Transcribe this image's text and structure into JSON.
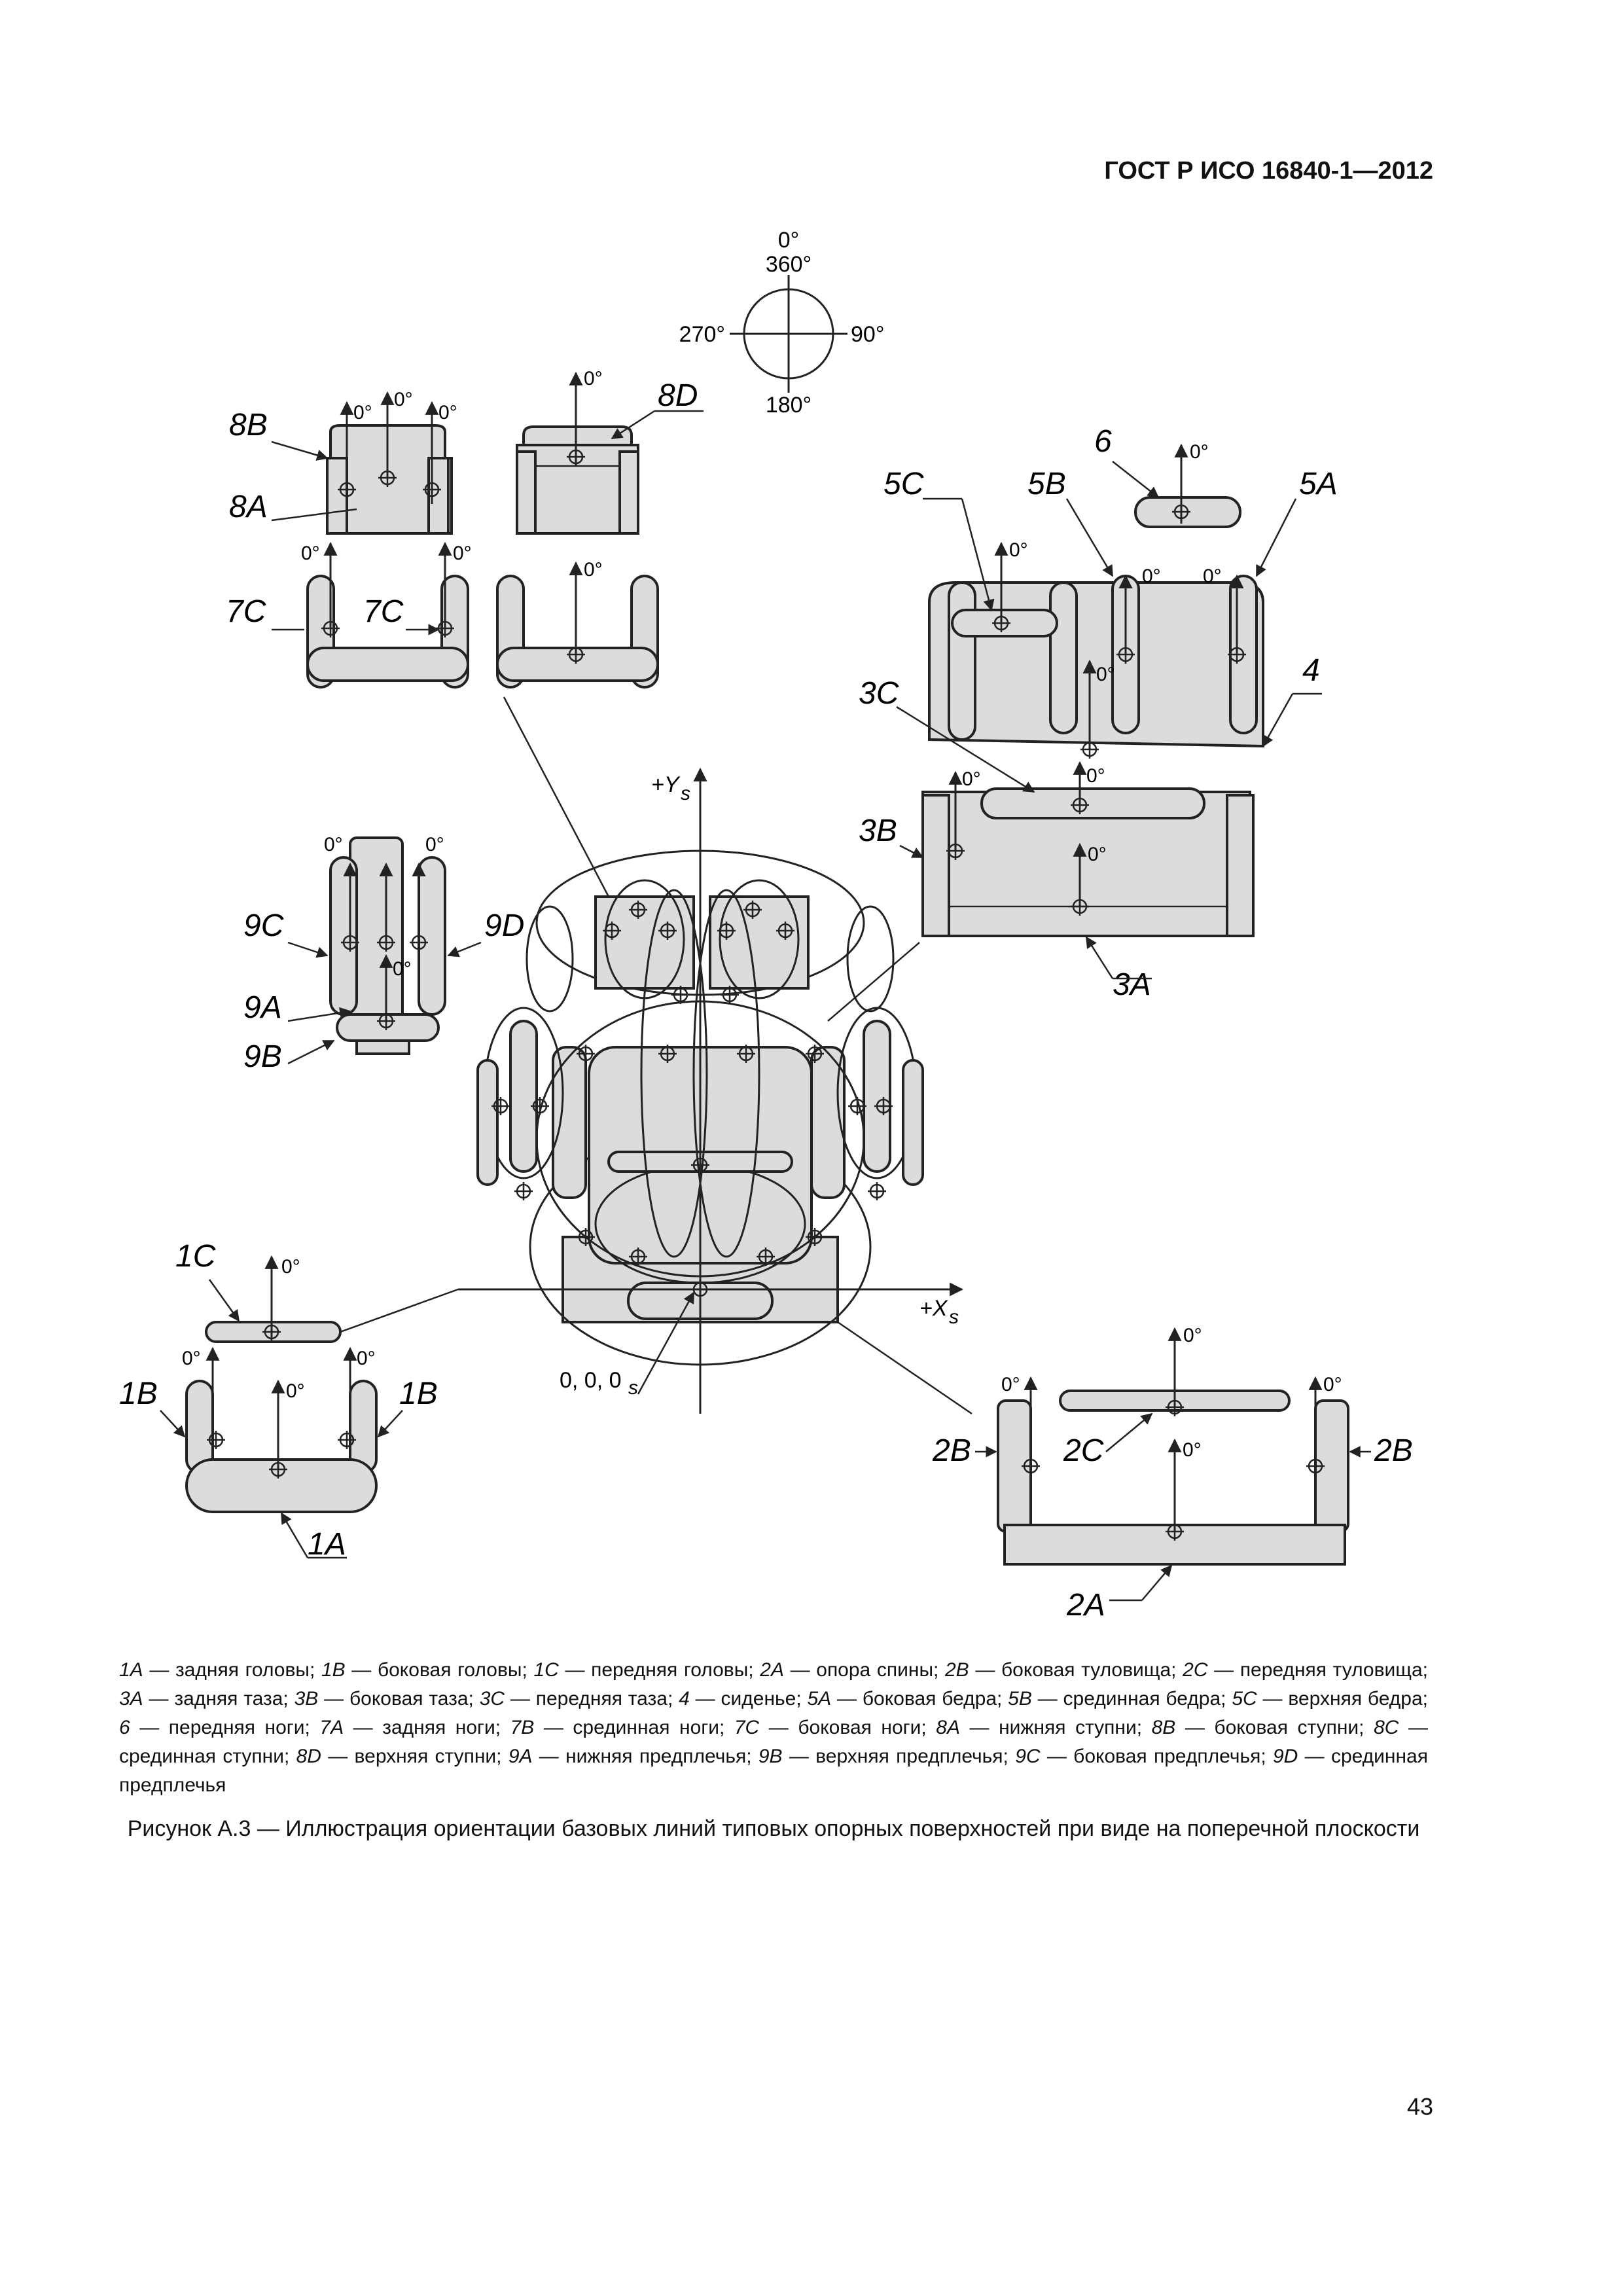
{
  "header": {
    "title": "ГОСТ Р ИСО 16840-1—2012"
  },
  "compass": {
    "top1": "0°",
    "top2": "360°",
    "right": "90°",
    "bottom": "180°",
    "left": "270°"
  },
  "deg": "0°",
  "labels": {
    "l8B": "8B",
    "l8A": "8A",
    "l8D": "8D",
    "l7C_a": "7C",
    "l7C_b": "7C",
    "l6": "6",
    "l5C": "5C",
    "l5B": "5B",
    "l5A": "5A",
    "l4": "4",
    "l3C": "3C",
    "l3B": "3B",
    "l3A": "3A",
    "l9C": "9C",
    "l9D": "9D",
    "l9A": "9A",
    "l9B": "9B",
    "l1C": "1C",
    "l1B_a": "1B",
    "l1B_b": "1B",
    "l1A": "1A",
    "l2B_a": "2B",
    "l2C": "2C",
    "l2B_b": "2B",
    "l2A": "2A"
  },
  "axes": {
    "y": "+Y",
    "y_sub": "s",
    "x": "+X",
    "x_sub": "s",
    "origin": "0, 0, 0",
    "origin_sub": "s"
  },
  "legend": [
    {
      "code": "1A",
      "text": " — задняя головы; "
    },
    {
      "code": "1B",
      "text": " — боковая головы; "
    },
    {
      "code": "1C",
      "text": " — передняя головы; "
    },
    {
      "code": "2A",
      "text": " — опора спины; "
    },
    {
      "code": "2B",
      "text": " — боковая туловища; "
    },
    {
      "code": "2C",
      "text": " — передняя туловища; "
    },
    {
      "code": "3A",
      "text": " — задняя таза; "
    },
    {
      "code": "3B",
      "text": " — боковая таза; "
    },
    {
      "code": "3C",
      "text": " — передняя таза; "
    },
    {
      "code": "4",
      "text": " — сиденье; "
    },
    {
      "code": "5A",
      "text": " — боковая бедра; "
    },
    {
      "code": "5B",
      "text": " — срединная бедра; "
    },
    {
      "code": "5C",
      "text": " — верхняя бедра; "
    },
    {
      "code": "6",
      "text": " — передняя ноги; "
    },
    {
      "code": "7A",
      "text": " — задняя ноги; "
    },
    {
      "code": "7B",
      "text": " — срединная ноги; "
    },
    {
      "code": "7C",
      "text": " — боковая ноги; "
    },
    {
      "code": "8A",
      "text": " — нижняя ступни; "
    },
    {
      "code": "8B",
      "text": " — боковая ступни; "
    },
    {
      "code": "8C",
      "text": " — срединная ступни; "
    },
    {
      "code": "8D",
      "text": " — верхняя ступни; "
    },
    {
      "code": "9A",
      "text": " — нижняя предплечья; "
    },
    {
      "code": "9B",
      "text": " — верхняя предплечья; "
    },
    {
      "code": "9C",
      "text": " — боковая предплечья; "
    },
    {
      "code": "9D",
      "text": " — срединная предплечья"
    }
  ],
  "caption": "Рисунок А.3 — Иллюстрация ориентации базовых линий типовых опорных поверхностей при виде на поперечной плоскости",
  "page_number": "43"
}
